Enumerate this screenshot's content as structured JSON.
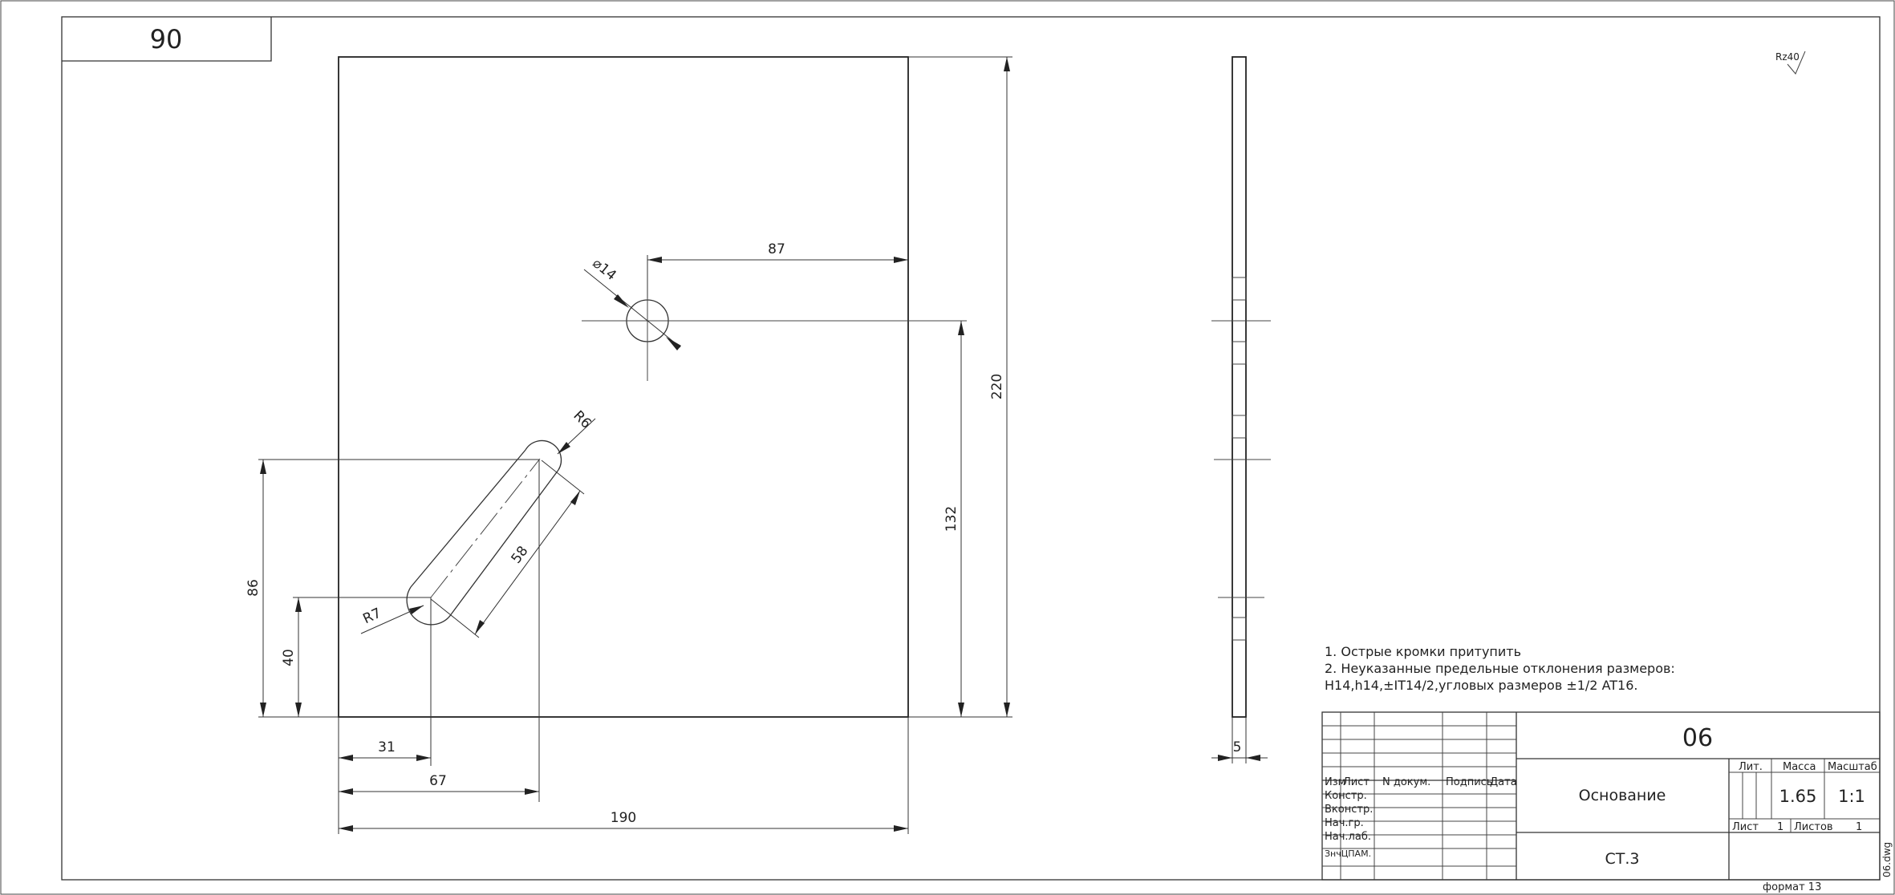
{
  "corner_label": "90",
  "roughness": {
    "label": "Rz40"
  },
  "notes": [
    "1. Острые кромки притупить",
    "2. Неуказанные предельные отклонения размеров:",
    "H14,h14,±IT14/2,угловых размеров ±1/2 AT16."
  ],
  "dimensions": {
    "overall_width": "190",
    "overall_height": "220",
    "hole_offset_x": "87",
    "hole_height": "132",
    "hole_diameter": "⌀14",
    "slot_top_height": "86",
    "slot_bottom_height": "40",
    "slot_left_31": "31",
    "slot_left_67": "67",
    "slot_length": "58",
    "slot_radius_top": "R6",
    "slot_radius_bottom": "R7",
    "thickness": "5"
  },
  "title_block": {
    "designation": "06",
    "part_name": "Основание",
    "material": "СТ.3",
    "mass_label": "Масса",
    "mass_value": "1.65",
    "scale_label": "Масштаб",
    "scale_value": "1:1",
    "lit_label": "Лит.",
    "sheet_label": "Лист",
    "sheet_value": "1",
    "sheets_label": "Листов",
    "sheets_value": "1",
    "col_headers": [
      "Изм",
      "Лист",
      "N докум.",
      "Подпись",
      "Дата"
    ],
    "row_labels": [
      "Констр.",
      "Вконстр.",
      "Нач.гр.",
      "Нач.лаб.",
      "ЗнчЦПАМ."
    ],
    "format": "формат 13",
    "file_name": "06.dwg"
  }
}
